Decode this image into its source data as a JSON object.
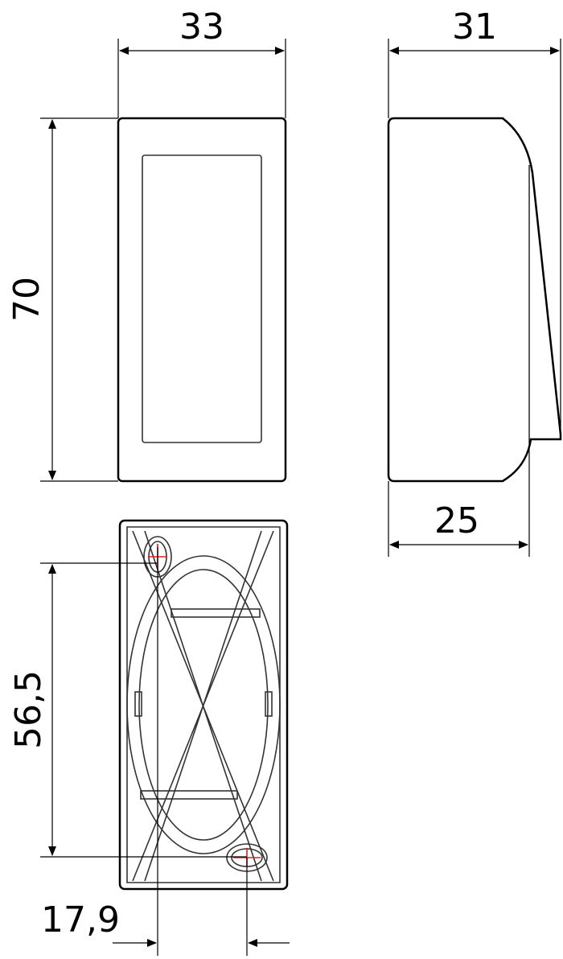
{
  "drawing": {
    "front_width": "33",
    "side_depth": "31",
    "height": "70",
    "side_base_depth": "25",
    "hole_spacing_vertical": "56,5",
    "hole_spacing_horizontal": "17,9"
  },
  "colors": {
    "line": "#000000",
    "hole_marker": "#e0201b"
  }
}
